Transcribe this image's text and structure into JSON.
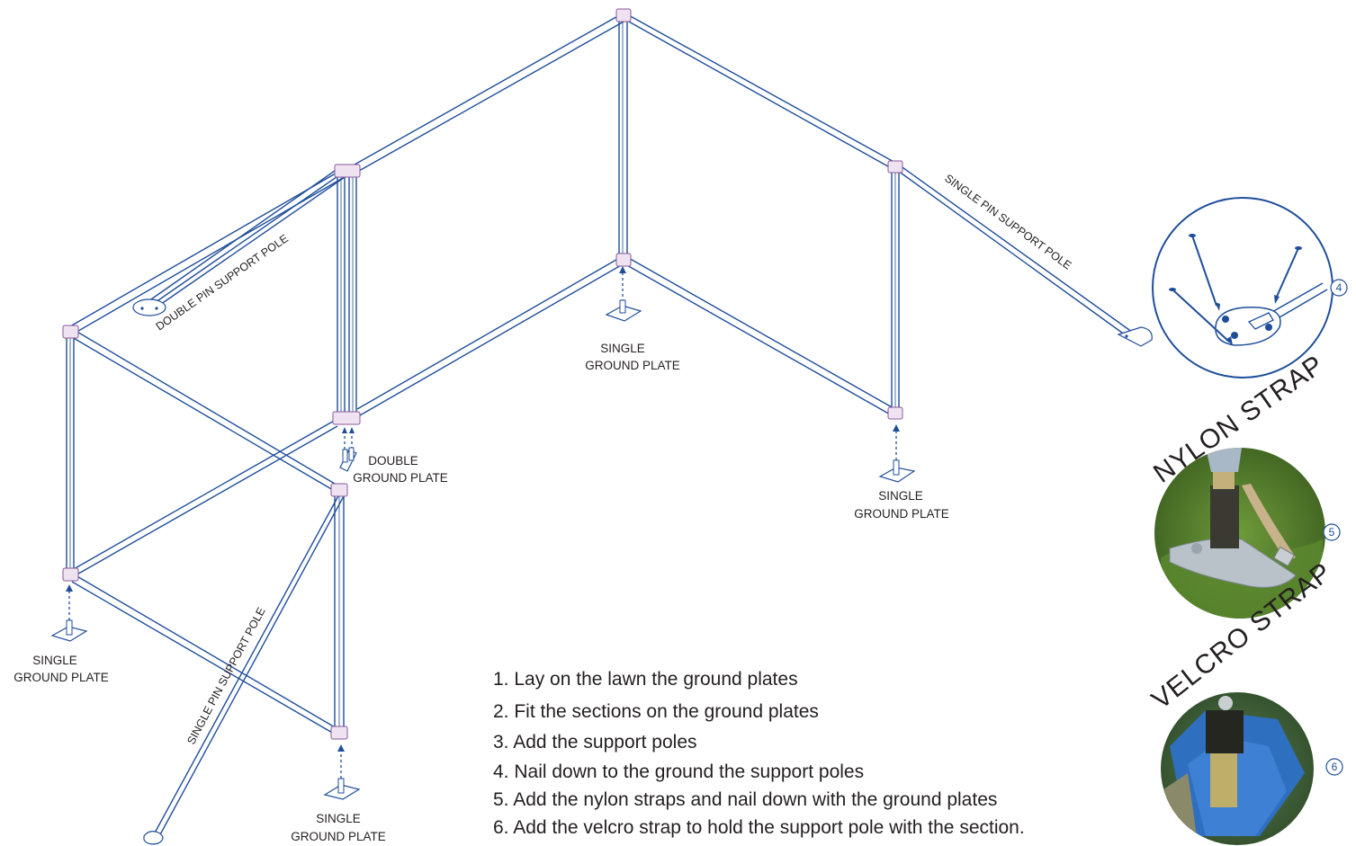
{
  "labels": {
    "ground_plate_center": [
      "SINGLE",
      "GROUND PLATE"
    ],
    "ground_plate_right": [
      "SINGLE",
      "GROUND PLATE"
    ],
    "ground_plate_left": [
      "SINGLE",
      "GROUND PLATE"
    ],
    "ground_plate_bottom": [
      "SINGLE",
      "GROUND PLATE"
    ],
    "double_ground_plate": [
      "DOUBLE",
      "GROUND PLATE"
    ],
    "double_pin_pole": "DOUBLE PIN SUPPORT POLE",
    "single_pin_pole_right": "SINGLE PIN SUPPORT POLE",
    "single_pin_pole_bottom": "SINGLE PIN SUPPORT POLE"
  },
  "steps": [
    "1. Lay on the lawn the ground plates",
    "2. Fit the sections on the ground plates",
    "3. Add the support poles",
    "4. Nail down to the ground the support poles",
    "5. Add the nylon straps and nail down with the ground plates",
    "6. Add the velcro strap to hold the support pole with the section."
  ],
  "callouts": {
    "nylon_title": "NYLON STRAP",
    "velcro_title": "VELCRO STRAP",
    "badge_pins": "4",
    "badge_nylon": "5",
    "badge_velcro": "6"
  },
  "colors": {
    "line": "#1f4e99",
    "joint": "#8a5a9a",
    "text": "#231f20",
    "velcro_blue": "#2f6fc0",
    "grass": "#4f7a2a"
  }
}
